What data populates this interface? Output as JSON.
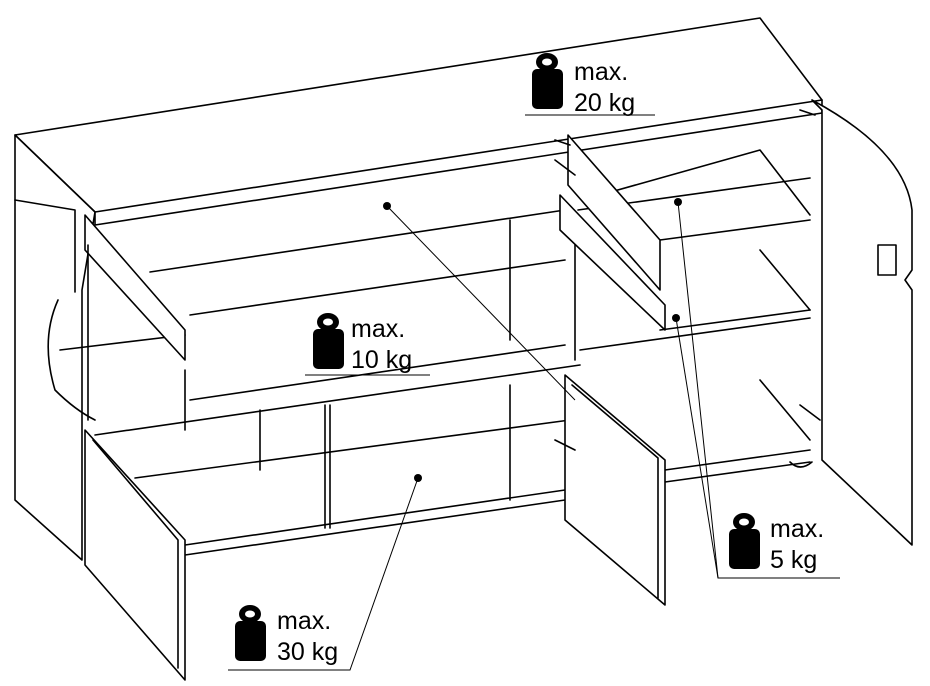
{
  "labels": {
    "top": {
      "line1": "max.",
      "line2": "20 kg"
    },
    "middle_shelf": {
      "line1": "max.",
      "line2": "10 kg"
    },
    "bottom_shelf": {
      "line1": "max.",
      "line2": "30 kg"
    },
    "small_shelves": {
      "line1": "max.",
      "line2": "5 kg"
    }
  },
  "icons": [
    "weight-icon"
  ],
  "colors": {
    "line": "#000000",
    "background": "#ffffff"
  }
}
